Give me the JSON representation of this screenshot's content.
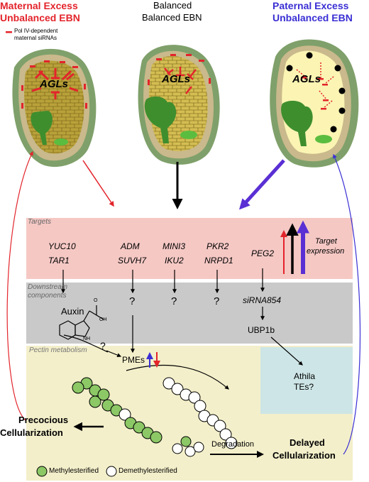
{
  "colors": {
    "maternal": "#e3242b",
    "paternal": "#3a2fd4",
    "targets_band": "#f5c8c4",
    "downstream_band": "#c9c9c9",
    "pectin_band": "#f3efca",
    "athila_box": "#cde5e6",
    "endosperm_brown": "#b9a13a",
    "endosperm_pale": "#fbf4b3",
    "embryo_green": "#3e8e2e",
    "seed_coat": "#7fa06a",
    "methylesterified": "#8cc866"
  },
  "headers": {
    "maternal": [
      "Maternal Excess",
      "Unbalanced EBN"
    ],
    "balanced": [
      "Balanced",
      "Balanced EBN"
    ],
    "paternal": [
      "Paternal Excess",
      "Unbalanced EBN"
    ]
  },
  "legend_top": "Pol IV-dependent maternal siRNAs",
  "agls": "AGLs",
  "bands": {
    "targets": "Targets",
    "downstream_line1": "Downstream",
    "downstream_line2": "components",
    "pectin": "Pectin metabolism"
  },
  "targets": {
    "genes_row1": [
      "YUC10",
      "ADM",
      "MINI3",
      "PKR2",
      "PEG2"
    ],
    "genes_row2": [
      "TAR1",
      "SUVH7",
      "IKU2",
      "NRPD1"
    ],
    "expression_label": [
      "Target",
      "expression"
    ]
  },
  "downstream": {
    "unknown": "?",
    "sirna": "siRNA854",
    "ubp": "UBP1b",
    "auxin": "Auxin",
    "oh": "OH",
    "o": "O",
    "nh": "NH"
  },
  "pectin": {
    "pmes": "PMEs",
    "athila": [
      "Athila",
      "TEs?"
    ],
    "precocious": [
      "Precocious",
      "Cellularization"
    ],
    "delayed": [
      "Delayed",
      "Cellularization"
    ],
    "degradation": "Degradation"
  },
  "legend_bottom": {
    "methyl": "Methylesterified",
    "demethyl": "Demethylesterified"
  }
}
